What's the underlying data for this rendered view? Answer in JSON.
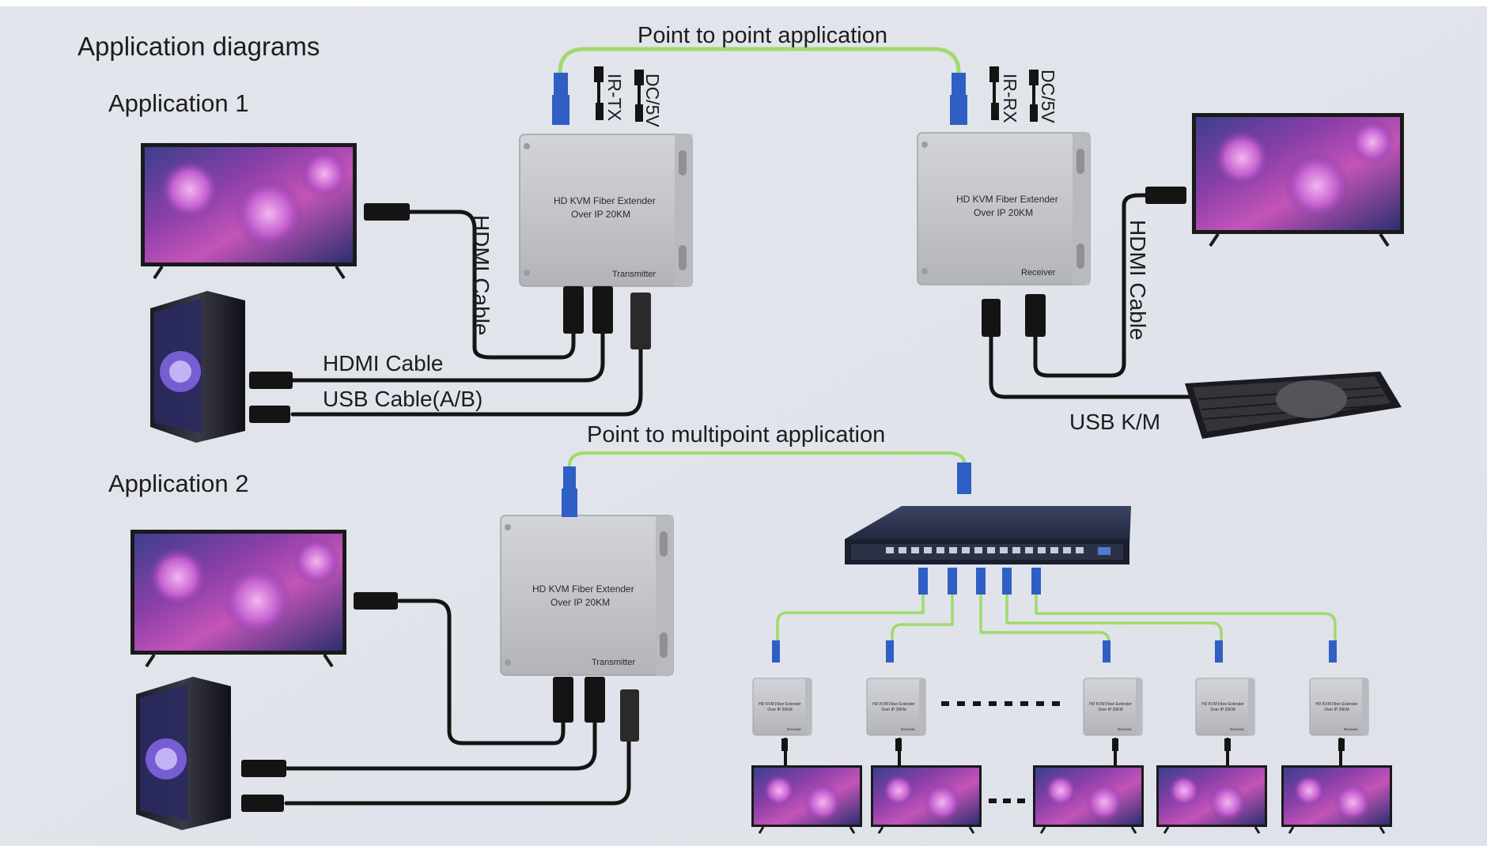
{
  "diagram": {
    "title": "Application diagrams",
    "app1": {
      "heading": "Application 1",
      "mode_label": "Point to point application",
      "transmitter": {
        "line1": "HD KVM Fiber Extender",
        "line2": "Over IP 20KM",
        "role": "Transmitter"
      },
      "receiver": {
        "line1": "HD KVM Fiber Extender",
        "line2": "Over IP 20KM",
        "role": "Receiver"
      },
      "tx_port_ir": "IR-TX",
      "tx_port_dc": "DC/5V",
      "rx_port_ir": "IR-RX",
      "rx_port_dc": "DC/5V",
      "cable_hdmi_vertical_left": "HDMI Cable",
      "cable_hdmi_vertical_right": "HDMI Cable",
      "cable_hdmi": "HDMI Cable",
      "cable_usb": "USB Cable(A/B)",
      "usb_km": "USB K/M"
    },
    "app2": {
      "heading": "Application 2",
      "mode_label": "Point to multipoint application",
      "transmitter": {
        "line1": "HD KVM Fiber Extender",
        "line2": "Over IP 20KM",
        "role": "Transmitter"
      },
      "small_receiver": {
        "line1": "HD KVM Fiber Extender",
        "line2": "Over IP 20KM",
        "role": "Receiver"
      },
      "ellipsis": "........"
    },
    "colors": {
      "background": "#e4e6ed",
      "fiber_cable": "#9fdb6a",
      "black_cable": "#141414",
      "device_body": "#c6c8ce",
      "fiber_connector": "#2f5fc4"
    }
  }
}
